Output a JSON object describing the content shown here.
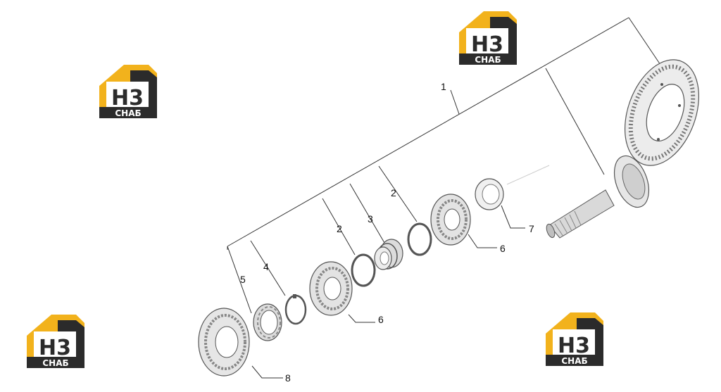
{
  "logos": [
    {
      "id": "logo-top-center",
      "letters": "H3",
      "caption": "СНАБ"
    },
    {
      "id": "logo-top-left",
      "letters": "H3",
      "caption": "СНАБ"
    },
    {
      "id": "logo-bottom-left",
      "letters": "H3",
      "caption": "СНАБ"
    },
    {
      "id": "logo-bottom-right",
      "letters": "H3",
      "caption": "СНАБ"
    }
  ],
  "callouts": {
    "c1": "1",
    "c2a": "2",
    "c2b": "2",
    "c3": "3",
    "c4": "4",
    "c5": "5",
    "c6a": "6",
    "c6b": "6",
    "c7": "7",
    "c8": "8"
  },
  "colors": {
    "logo_gold": "#f2b21c",
    "logo_dark": "#2b2b2b",
    "part_gray": "#9a9a9a"
  }
}
